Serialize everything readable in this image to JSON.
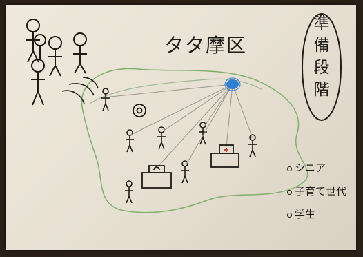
{
  "title": "タタ摩区",
  "vertical_label": [
    "準",
    "備",
    "段",
    "階"
  ],
  "legend": [
    "シニア",
    "子育て世代",
    "学生"
  ],
  "colors": {
    "paper": "#e8e1d4",
    "ink": "#1e1a16",
    "region": "#7fb06a",
    "hub": "#2f7fd0",
    "mark": "#c0392b"
  }
}
